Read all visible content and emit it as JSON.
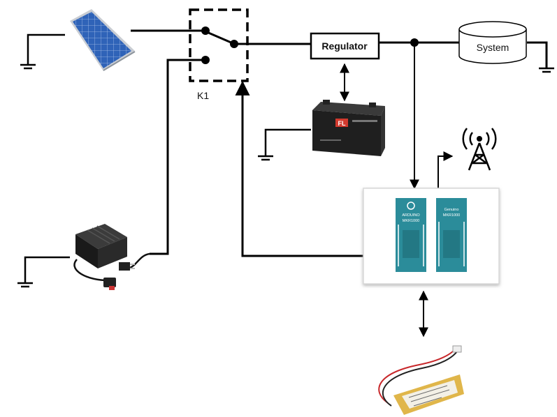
{
  "diagram": {
    "switch_label": "K1",
    "regulator_label": "Regulator",
    "system_label": "System",
    "battery_brand": "FL",
    "board_left_brand": "ARDUINO",
    "board_left_model": "MKR1000",
    "board_right_brand": "Genuino",
    "board_right_model": "MKR1000"
  },
  "colors": {
    "wire": "#000000",
    "panel_blue": "#2f63b8",
    "board_teal": "#2b8c9a",
    "battery_body": "#1f1f1f",
    "lipo_yellow": "#e0b64a",
    "lipo_wire_red": "#c8282b"
  },
  "icons": [
    "solar-panel-icon",
    "battery-icon",
    "power-adapter-icon",
    "antenna-tower-icon",
    "lipo-battery-icon",
    "ground-icon"
  ]
}
